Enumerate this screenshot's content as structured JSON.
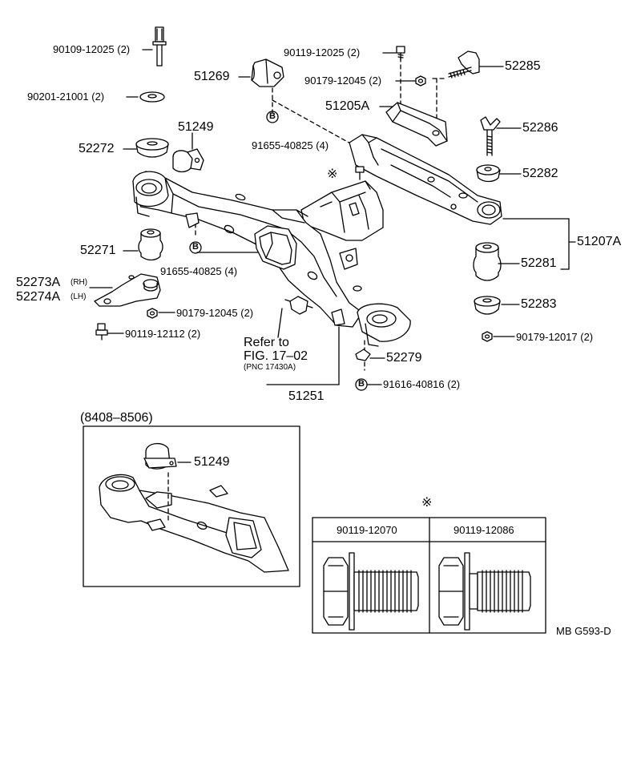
{
  "labels": {
    "p90109": "90109-12025 (2)",
    "p90119a": "90119-12025 (2)",
    "p51269": "51269",
    "p52285": "52285",
    "p90179a": "90179-12045 (2)",
    "p90201": "90201-21001 (2)",
    "p51205A": "51205A",
    "p51249": "51249",
    "p52286": "52286",
    "p52272": "52272",
    "p91655a": "91655-40825 (4)",
    "p52282": "52282",
    "p51207A": "51207A",
    "p52271": "52271",
    "p52281": "52281",
    "p91655b": "91655-40825 (4)",
    "p52273A": "52273A",
    "p52273A_rh": "(RH)",
    "p52274A": "52274A",
    "p52274A_lh": "(LH)",
    "p52283": "52283",
    "p90179b": "90179-12045 (2)",
    "p90179c": "90179-12017 (2)",
    "p90119b": "90119-12112 (2)",
    "p52279": "52279",
    "p91616": "91616-40816 (2)",
    "p51251": "51251",
    "refer1": "Refer to",
    "refer2": "FIG. 17–02",
    "refer3": "(PNC 17430A)"
  },
  "inset": {
    "title": "(8408–8506)",
    "label": "51249"
  },
  "bolt_table": {
    "marker": "※",
    "headers": [
      "90119-12070",
      "90119-12086"
    ]
  },
  "markers": {
    "b_circle": "B",
    "asterisk": "※"
  },
  "code": "MB G593-D"
}
